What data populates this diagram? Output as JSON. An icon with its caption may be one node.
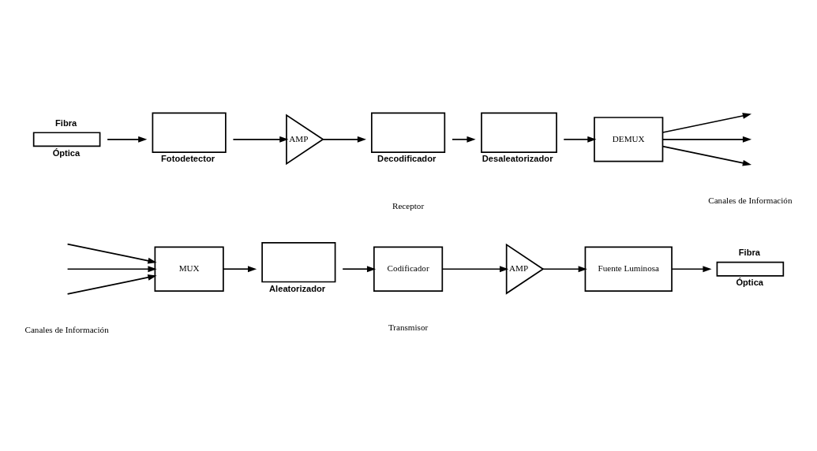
{
  "diagram": {
    "nodes": [
      {
        "text": [
          "MUX"
        ]
      },
      {
        "text": [
          "Aleatorizador"
        ]
      },
      {
        "text": [
          "Codificador"
        ]
      },
      {
        "text": [
          "AMP"
        ]
      },
      {
        "text": [
          "Fuente Luminosa"
        ]
      },
      {
        "text": [
          "Fibra",
          "Óptica"
        ]
      },
      {
        "text": [
          "Fibra",
          "Óptica"
        ]
      },
      {
        "text": [
          "Fotodetector"
        ]
      },
      {
        "text": [
          "AMP"
        ]
      },
      {
        "text": [
          "Decodificador"
        ]
      },
      {
        "text": [
          "Desaleatorizador"
        ]
      },
      {
        "text": [
          "DEMUX"
        ]
      }
    ],
    "edges": [
      {
        "from": null,
        "to": 0,
        "arrow": "to"
      },
      {
        "from": null,
        "to": 0,
        "arrow": "to"
      },
      {
        "from": null,
        "to": 0,
        "arrow": "to"
      },
      {
        "from": 0,
        "to": 1,
        "arrow": "to"
      },
      {
        "from": 1,
        "to": 2,
        "arrow": "to"
      },
      {
        "from": 2,
        "to": 3,
        "arrow": "to"
      },
      {
        "from": 3,
        "to": 4,
        "arrow": "to"
      },
      {
        "from": 4,
        "to": 5,
        "arrow": "to"
      },
      {
        "from": 6,
        "to": 7,
        "arrow": "to"
      },
      {
        "from": 7,
        "to": 8,
        "arrow": "to"
      },
      {
        "from": 8,
        "to": 9,
        "arrow": "to"
      },
      {
        "from": 9,
        "to": 10,
        "arrow": "to"
      },
      {
        "from": 10,
        "to": 11,
        "arrow": "to"
      },
      {
        "from": 11,
        "to": null,
        "arrow": "to"
      },
      {
        "from": 11,
        "to": null,
        "arrow": "to"
      },
      {
        "from": 11,
        "to": null,
        "arrow": "to"
      }
    ],
    "labels": [
      "Canales de Información",
      "Transmisor",
      "Canales de Información",
      "Receptor"
    ]
  }
}
